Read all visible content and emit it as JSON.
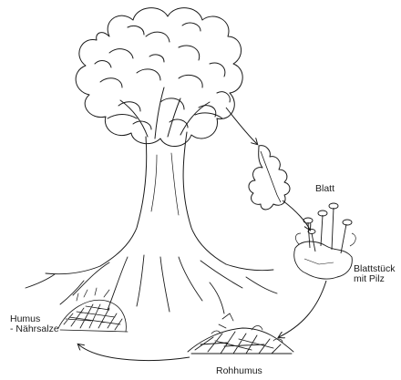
{
  "labels": {
    "blatt": "Blatt",
    "blattstueck": "Blattstück",
    "mit_pilz": "mit Pilz",
    "humus": "Humus",
    "naehrsalze": "- Nährsalze",
    "rohhumus": "Rohhumus"
  },
  "colors": {
    "ink": "#1a1a1a",
    "background": "#ffffff"
  },
  "icons": [
    "oak-tree-icon",
    "oak-leaf-icon",
    "fungus-leaf-icon",
    "raw-humus-pile-icon",
    "humus-mound-icon"
  ]
}
